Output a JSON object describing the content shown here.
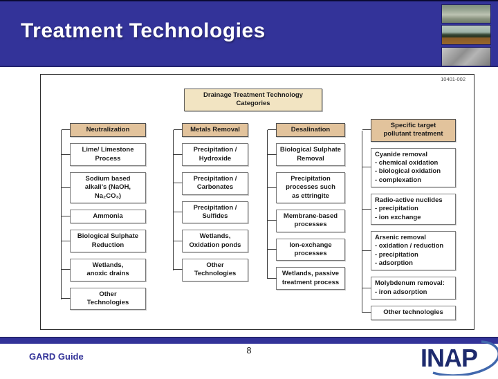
{
  "banner": {
    "title": "Treatment Technologies",
    "photos": [
      "rocky-pond-photo",
      "mine-water-photo",
      "rock-texture-photo"
    ],
    "background_color": "#333399"
  },
  "figure": {
    "ref": "10401-002",
    "root": "Drainage Treatment Technology\nCategories",
    "columns": [
      {
        "header": "Neutralization",
        "children": [
          "Lime/ Limestone\nProcess",
          "Sodium based\nalkali's (NaOH,\nNa₂CO₃)",
          "Ammonia",
          "Biological Sulphate\nReduction",
          "Wetlands,\nanoxic drains",
          "Other\nTechnologies"
        ]
      },
      {
        "header": "Metals Removal",
        "children": [
          "Precipitation /\nHydroxide",
          "Precipitation /\nCarbonates",
          "Precipitation /\nSulfides",
          "Wetlands,\nOxidation ponds",
          "Other\nTechnologies"
        ]
      },
      {
        "header": "Desalination",
        "children": [
          "Biological Sulphate\nRemoval",
          "Precipitation\nprocesses such\nas ettringite",
          "Membrane-based\nprocesses",
          "Ion-exchange\nprocesses",
          "Wetlands, passive\ntreatment process"
        ]
      },
      {
        "header": "Specific target\npollutant treatment",
        "children": [
          "Cyanide removal\n- chemical oxidation\n- biological oxidation\n- complexation",
          "Radio-active nuclides\n- precipitation\n- ion exchange",
          "Arsenic removal\n- oxidation / reduction\n- precipitation\n- adsorption",
          "Molybdenum removal:\n- iron adsorption",
          "Other technologies"
        ]
      }
    ]
  },
  "footer": {
    "left_label": "GARD Guide",
    "page_number": "8",
    "logo_text": "INAP"
  },
  "colors": {
    "banner_blue": "#333399",
    "root_box_fill": "#f2e4c2",
    "header_box_fill": "#e2c39c",
    "connector_gray": "#3a3a3a",
    "logo_navy": "#1e2b6e",
    "logo_swoosh_blue": "#4168ad"
  }
}
